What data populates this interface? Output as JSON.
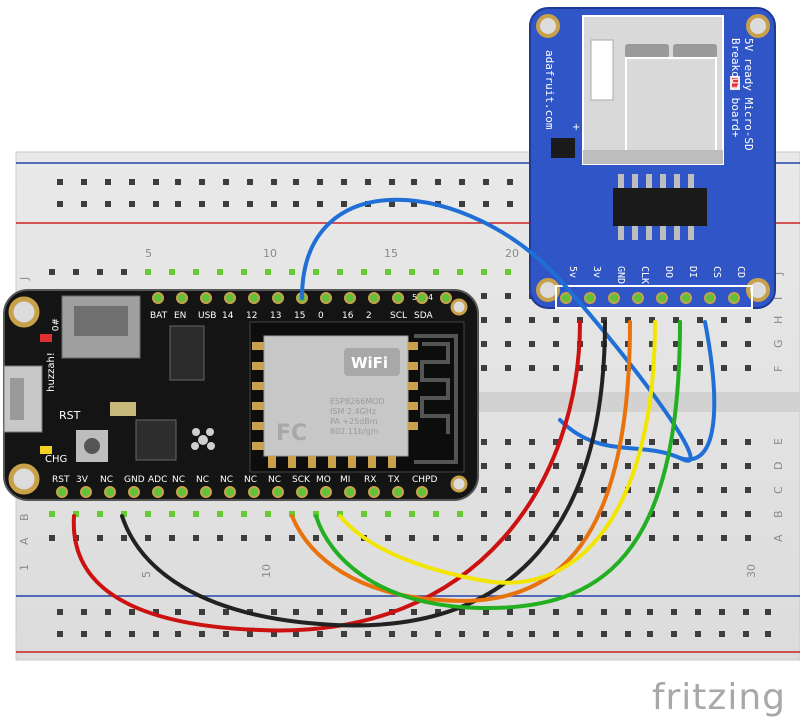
{
  "breadboard": {
    "top_col_numbers": [
      "5",
      "10",
      "15",
      "20"
    ],
    "bottom_col_numbers": [
      "1",
      "5",
      "10",
      "30"
    ],
    "top_row_letters": [
      "J"
    ],
    "right_row_letters_top": [
      "J",
      "I",
      "H",
      "G",
      "F"
    ],
    "right_row_letters_bottom": [
      "E",
      "D",
      "C",
      "B",
      "A"
    ],
    "left_row_letters_bottom": [
      "B",
      "A"
    ],
    "colors": {
      "board": "#e3e3e3",
      "hole": "#3d3d3d",
      "rail_red": "#cc2222",
      "rail_blue": "#2244aa",
      "green_hole": "#66cc33"
    }
  },
  "feather": {
    "board_labels_top": [
      "BAT",
      "EN",
      "USB",
      "14",
      "12",
      "13",
      "15",
      "0",
      "16",
      "2",
      "SCL",
      "SDA"
    ],
    "board_labels_small_top": [
      "5",
      "4"
    ],
    "board_labels_bottom": [
      "RST",
      "3V",
      "NC",
      "GND",
      "ADC",
      "NC",
      "NC",
      "NC",
      "NC",
      "NC",
      "SCK",
      "MO",
      "MI",
      "RX",
      "TX",
      "CHPD"
    ],
    "side_labels": [
      "huzzah!",
      "#0",
      "RST",
      "CHG"
    ],
    "module": {
      "logo": "WiFi",
      "text_lines": [
        "ESP8266MOD",
        "ISM 2.4GHz",
        "PA +25dBm",
        "802.11b/g/n"
      ],
      "fc": "FC"
    }
  },
  "sd_breakout": {
    "title_lines": [
      "5V ready Micro-SD",
      "Breakout board+"
    ],
    "url": "adafruit.com",
    "pins": [
      "5v",
      "3v",
      "GND",
      "CLK",
      "DO",
      "DI",
      "CS",
      "CD"
    ],
    "plus": "+"
  },
  "wires": [
    {
      "name": "red",
      "color": "#cc1111"
    },
    {
      "name": "black",
      "color": "#222222"
    },
    {
      "name": "orange",
      "color": "#e8720c"
    },
    {
      "name": "yellow",
      "color": "#f2e600"
    },
    {
      "name": "green",
      "color": "#22b022"
    },
    {
      "name": "blue",
      "color": "#1f6fd6"
    }
  ],
  "brand": "fritzing"
}
